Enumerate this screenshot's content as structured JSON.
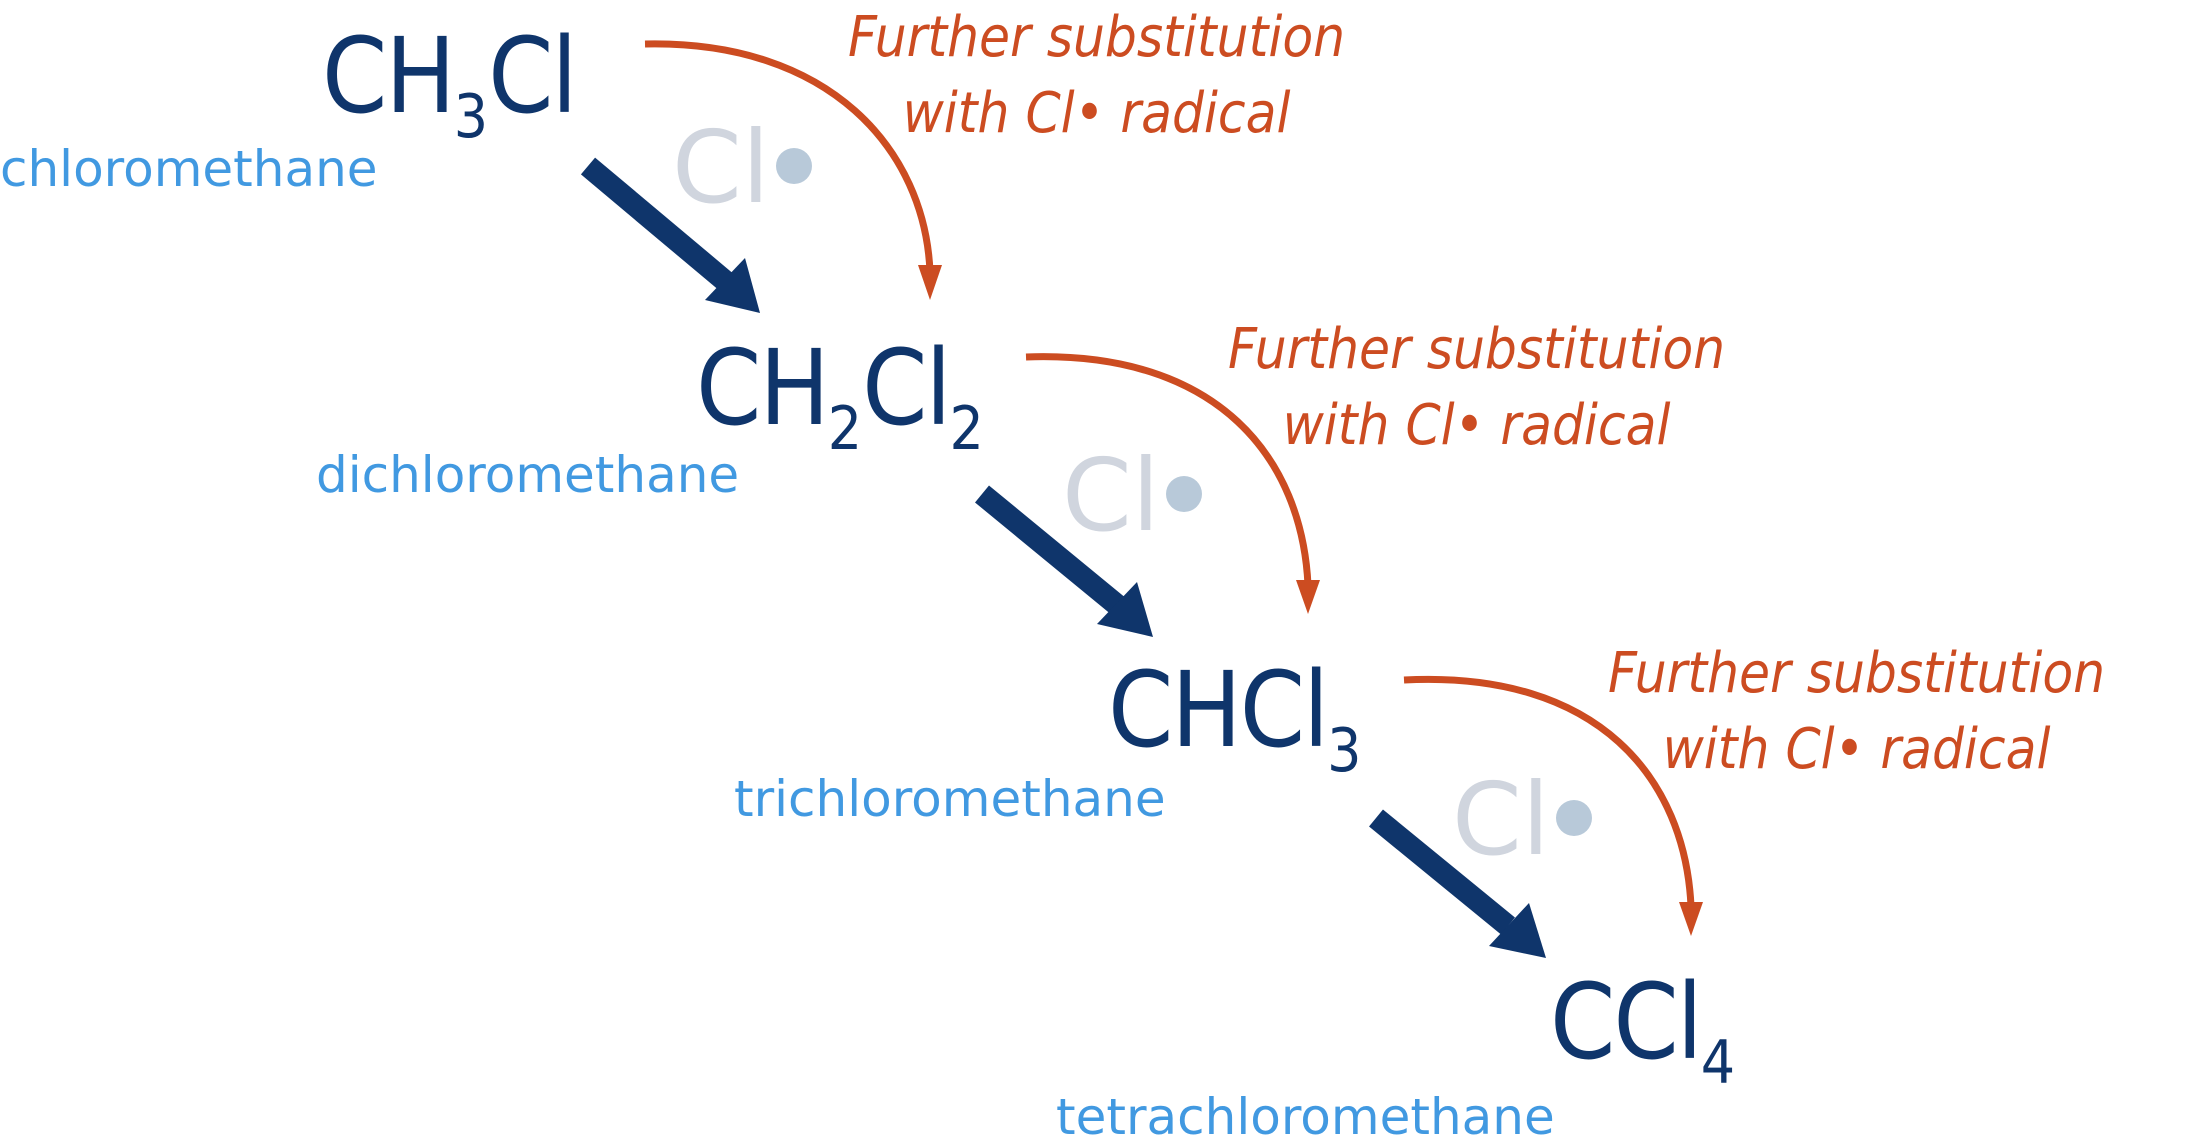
{
  "diagram": {
    "title": "Successive chlorination of methane",
    "colors": {
      "formula": "#0f356b",
      "name": "#4199e1",
      "annotation": "#cc4c21",
      "radical_text": "#d0d5de",
      "radical_dot": "#b8c9d9",
      "reaction_arrow": "#0f356b",
      "curved_arrow": "#cc4c21"
    },
    "steps": [
      {
        "formula_parts": [
          "CH",
          "3",
          "Cl",
          ""
        ],
        "name": "chloromethane"
      },
      {
        "formula_parts": [
          "CH",
          "2",
          "Cl",
          "2"
        ],
        "name": "dichloromethane"
      },
      {
        "formula_parts": [
          "CHCl",
          "3",
          "",
          ""
        ],
        "name": "trichloromethane"
      },
      {
        "formula_parts": [
          "CCl",
          "4",
          "",
          ""
        ],
        "name": "tetrachloromethane"
      }
    ],
    "radical_label": "Cl",
    "annotations": [
      {
        "line1": "Further substitution",
        "line2": "with Cl• radical"
      },
      {
        "line1": "Further substitution",
        "line2": "with Cl• radical"
      },
      {
        "line1": "Further substitution",
        "line2": "with Cl• radical"
      }
    ]
  }
}
